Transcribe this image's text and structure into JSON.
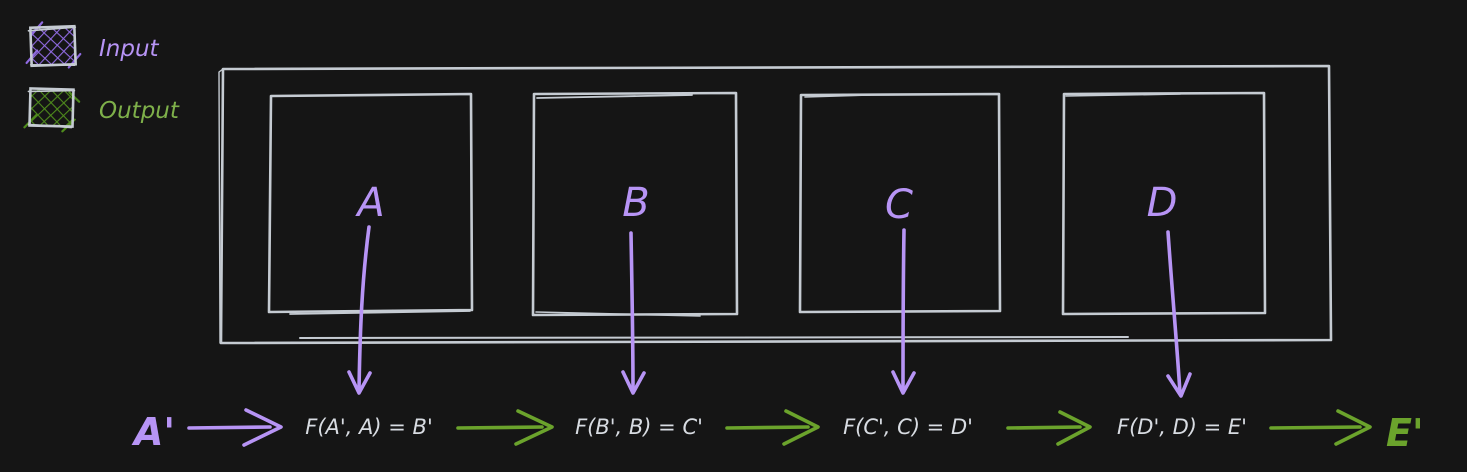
{
  "colors": {
    "background": "#151515",
    "sketch_gray": "#c5cbd2",
    "formula_gray": "#d8dce2",
    "purple": "#b794f5",
    "purple_hatch": "#8f6ae0",
    "green": "#6ba32c",
    "green_hatch": "#4e8a1c",
    "green_label": "#7eb04a"
  },
  "legend": {
    "items": [
      {
        "label": "Input",
        "swatch": "purple-crosshatch-box"
      },
      {
        "label": "Output",
        "swatch": "green-crosshatch-box"
      }
    ]
  },
  "pipeline": {
    "boxes": [
      {
        "label": "A"
      },
      {
        "label": "B"
      },
      {
        "label": "C"
      },
      {
        "label": "D"
      }
    ]
  },
  "flow": {
    "start": "A'",
    "formulas": [
      "F(A', A) = B'",
      "F(B', B) = C'",
      "F(C', C) = D'",
      "F(D', D) = E'"
    ],
    "end": "E'"
  }
}
